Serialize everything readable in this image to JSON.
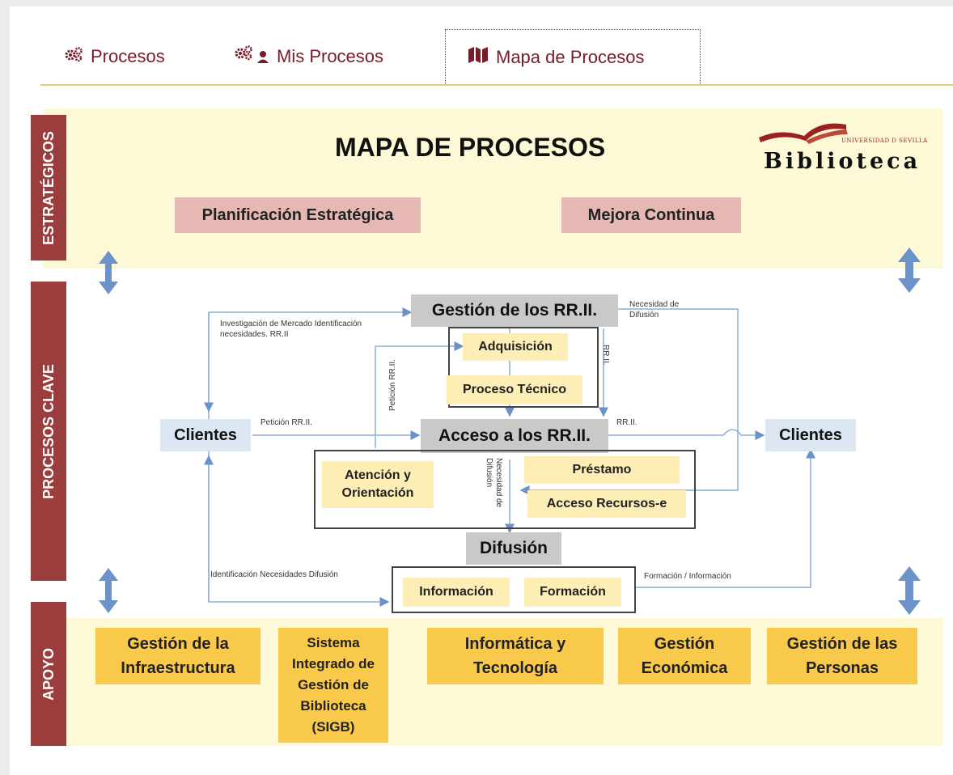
{
  "tabs": [
    {
      "label": "Procesos",
      "icon": "gears-icon"
    },
    {
      "label": "Mis Procesos",
      "icon": "gears-user-icon"
    },
    {
      "label": "Mapa de Procesos",
      "icon": "map-icon",
      "active": true
    }
  ],
  "diagram": {
    "title": "MAPA DE PROCESOS",
    "logo": {
      "main": "Biblioteca",
      "sub": "UNIVERSIDAD D SEVILLA"
    },
    "sections": {
      "estrategicos": "ESTRATÉGICOS",
      "clave": "PROCESOS CLAVE",
      "apoyo": "APOYO"
    },
    "strategic": [
      "Planificación Estratégica",
      "Mejora Continua"
    ],
    "key": {
      "gestion": "Gestión de los RR.II.",
      "adquisicion": "Adquisición",
      "proceso_tecnico": "Proceso Técnico",
      "acceso": "Acceso a los RR.II.",
      "atencion": "Atención y Orientación",
      "prestamo": "Préstamo",
      "acceso_recursos": "Acceso Recursos-e",
      "difusion": "Difusión",
      "informacion": "Información",
      "formacion": "Formación",
      "clientes_left": "Clientes",
      "clientes_right": "Clientes"
    },
    "notes": {
      "investigacion": "Investigación de Mercado Identificación necesidades. RR.II",
      "necesidad_difusion_top": "Necesidad de Difusión",
      "peticion": "Petición RR.II.",
      "rrii_right": "RR.II.",
      "rrii_vertical": "RR.II.",
      "peticion_vertical": "Petición RR.II.",
      "necesidad_vertical": "Necesidad de Difusión",
      "ident_necesidades": "Identificación Necesidades Difusión",
      "formacion_info": "Formación / Información"
    },
    "support": [
      "Gestión de la Infraestructura",
      "Sistema Integrado de Gestión de Biblioteca (SIGB)",
      "Informática y Tecnología",
      "Gestión Económica",
      "Gestión de las Personas"
    ],
    "colors": {
      "section_label": "#9b3d3d",
      "band": "#fdf9d6",
      "support_box": "#f8c94a",
      "strategic_box": "#e6b8b4",
      "arrow": "#6b93c9",
      "tab_text": "#7a1c28"
    }
  }
}
